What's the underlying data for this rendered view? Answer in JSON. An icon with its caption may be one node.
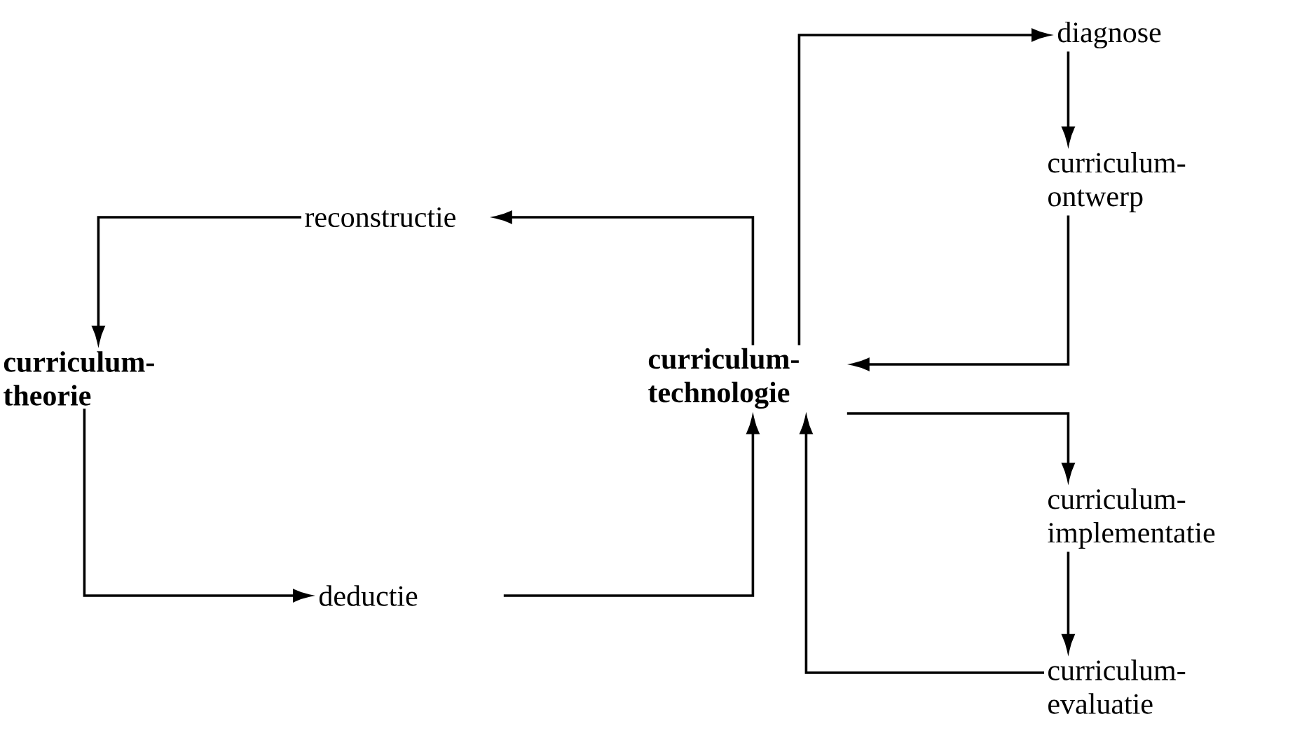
{
  "diagram": {
    "nodes": [
      {
        "text": [
          "reconstructie"
        ]
      },
      {
        "text": [
          "curriculum- theorie"
        ]
      },
      {
        "text": [
          "deductie"
        ]
      },
      {
        "text": [
          "curriculum- technologie"
        ]
      },
      {
        "text": [
          "diagnose"
        ]
      },
      {
        "text": [
          "curriculum- ontwerp"
        ]
      },
      {
        "text": [
          "curriculum- implementatie"
        ]
      },
      {
        "text": [
          "curriculum- evaluatie"
        ]
      }
    ],
    "edges": [
      {
        "from": 3,
        "to": 0,
        "arrow": "to"
      },
      {
        "from": 0,
        "to": 1,
        "arrow": "to"
      },
      {
        "from": 1,
        "to": 2,
        "arrow": "to"
      },
      {
        "from": 2,
        "to": 3,
        "arrow": "to"
      },
      {
        "from": 3,
        "to": 4,
        "arrow": "to"
      },
      {
        "from": 4,
        "to": 5,
        "arrow": "to"
      },
      {
        "from": 5,
        "to": 3,
        "arrow": "to"
      },
      {
        "from": 3,
        "to": 6,
        "arrow": "to"
      },
      {
        "from": 6,
        "to": 7,
        "arrow": "to"
      },
      {
        "from": 7,
        "to": 3,
        "arrow": "to"
      }
    ]
  }
}
